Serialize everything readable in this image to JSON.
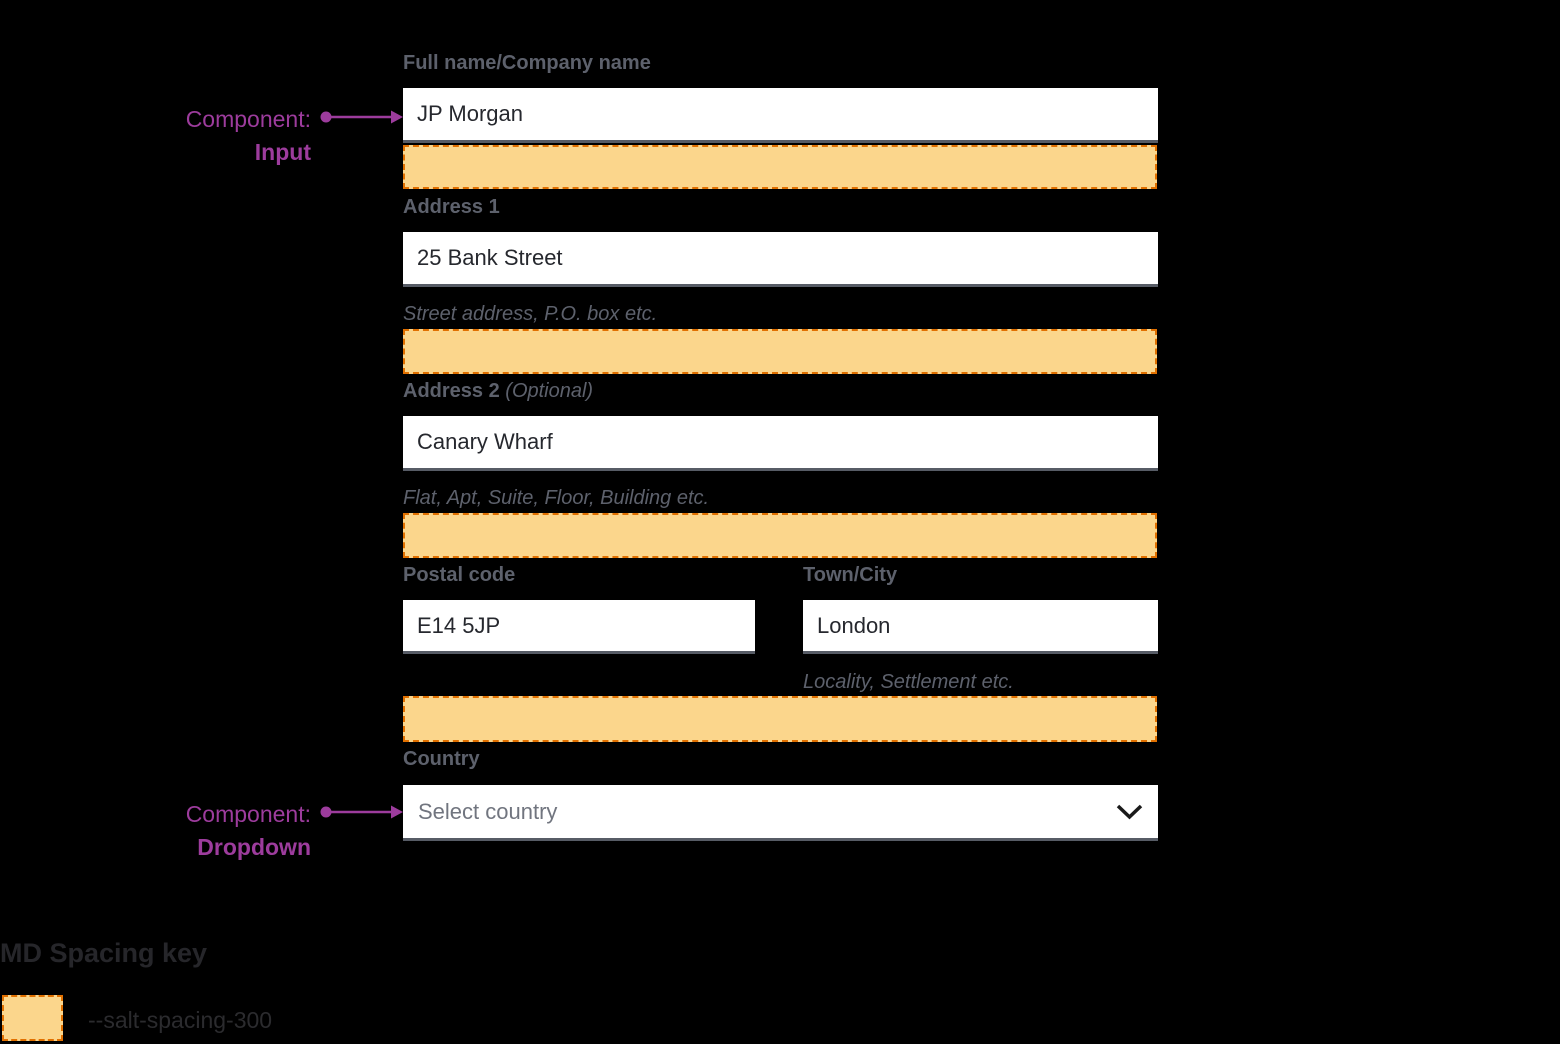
{
  "annotations": {
    "input": {
      "prefix": "Component:",
      "component": "Input"
    },
    "dropdown": {
      "prefix": "Component:",
      "component": "Dropdown"
    }
  },
  "form": {
    "full_name": {
      "label": "Full name/Company name",
      "value": "JP Morgan"
    },
    "address1": {
      "label": "Address 1",
      "value": "25 Bank Street",
      "helper": "Street address, P.O. box etc."
    },
    "address2": {
      "label": "Address 2",
      "label_suffix": "(Optional)",
      "value": "Canary Wharf",
      "helper": "Flat, Apt, Suite, Floor, Building etc."
    },
    "postal_code": {
      "label": "Postal code",
      "value": "E14 5JP"
    },
    "town_city": {
      "label": "Town/City",
      "value": "London",
      "helper": "Locality, Settlement etc."
    },
    "country": {
      "label": "Country",
      "placeholder": "Select country",
      "icon": "chevron-down-icon"
    }
  },
  "legend": {
    "title": "MD Spacing key",
    "items": [
      {
        "token": "--salt-spacing-300"
      }
    ]
  },
  "colors": {
    "spacing_fill": "#FBD68C",
    "spacing_border": "#E17000",
    "annotation_purple": "#9D3C9D",
    "input_border": "#575C66",
    "background": "#000000"
  }
}
